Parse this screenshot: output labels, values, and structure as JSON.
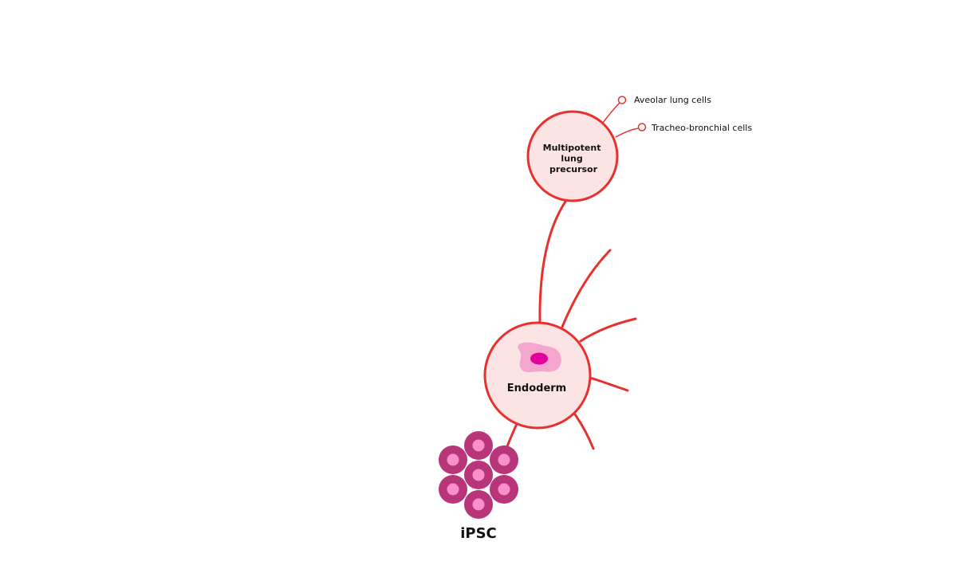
{
  "nodes": {
    "endoderm": {
      "label": "Endoderm"
    },
    "lung_precursor": {
      "label_lines": [
        "Multipotent",
        "lung",
        "precursor"
      ]
    },
    "ipsc": {
      "label": "iPSC"
    }
  },
  "leaves": {
    "alveolar": {
      "label": "Aveolar lung cells"
    },
    "tracheo": {
      "label": "Tracheo-bronchial cells"
    }
  },
  "colors": {
    "line": "#e8312e",
    "node_fill": "#fde4e4",
    "ipsc_outer": "#b8357a",
    "ipsc_inner": "#f98fcb",
    "endoderm_cell_body": "#f4a6cf",
    "endoderm_cell_nucleus": "#e2009a"
  }
}
